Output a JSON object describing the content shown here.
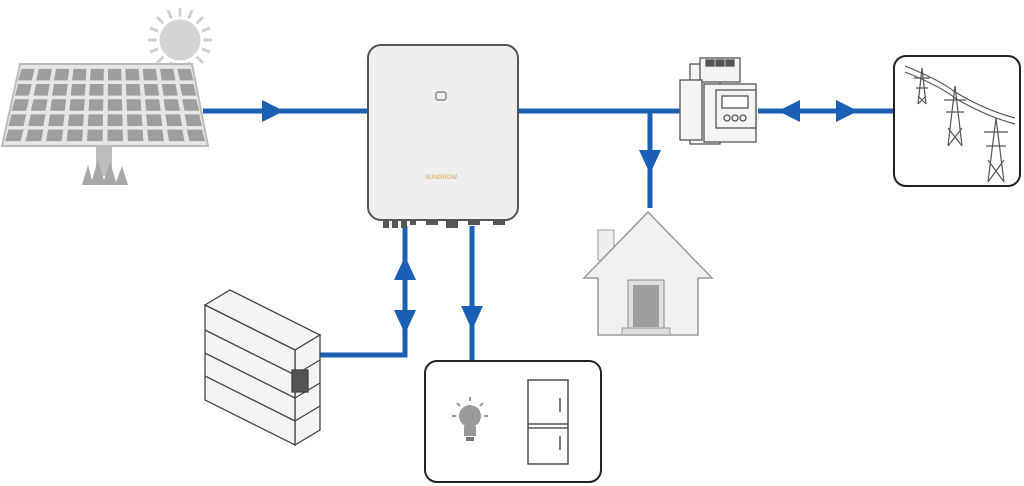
{
  "diagram": {
    "nodes": [
      {
        "id": "pv-panel",
        "icon": "solar-panel-icon"
      },
      {
        "id": "sun",
        "icon": "sun-icon"
      },
      {
        "id": "inverter",
        "icon": "inverter-icon",
        "logo_text": "SUNGROW"
      },
      {
        "id": "meter",
        "icon": "energy-meter-icon"
      },
      {
        "id": "grid",
        "icon": "power-grid-tower-icon"
      },
      {
        "id": "house",
        "icon": "house-icon"
      },
      {
        "id": "battery",
        "icon": "battery-stack-icon"
      },
      {
        "id": "loads",
        "icons": [
          "light-bulb-icon",
          "refrigerator-icon"
        ]
      }
    ],
    "flows": [
      {
        "from": "pv-panel",
        "to": "inverter",
        "direction": "one-way"
      },
      {
        "from": "inverter",
        "to": "house",
        "direction": "one-way"
      },
      {
        "from": "meter",
        "to": "grid",
        "direction": "two-way"
      },
      {
        "from": "inverter",
        "to": "battery",
        "direction": "two-way"
      },
      {
        "from": "inverter",
        "to": "loads",
        "direction": "one-way"
      }
    ],
    "colors": {
      "flow": "#1a5fb4",
      "device_fill": "#efefef",
      "outline": "#444444",
      "logo": "#d9a441"
    }
  }
}
